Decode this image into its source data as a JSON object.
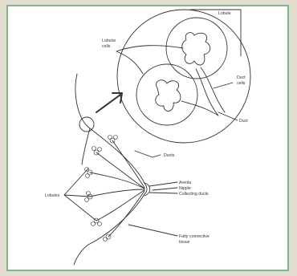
{
  "labels": {
    "lobule": "Lobule",
    "lobular_cells_1": "Lobular",
    "lobular_cells_2": "cells",
    "duct_cells_1": "Duct",
    "duct_cells_2": "cells",
    "duct": "Duct",
    "ducts": "Ducts",
    "areola": "Areola",
    "nipple": "Nipple",
    "collecting_ducts": "Collecting ducts",
    "lobules": "Lobules",
    "fatty_1": "Fatty connective",
    "fatty_2": "tissue"
  }
}
